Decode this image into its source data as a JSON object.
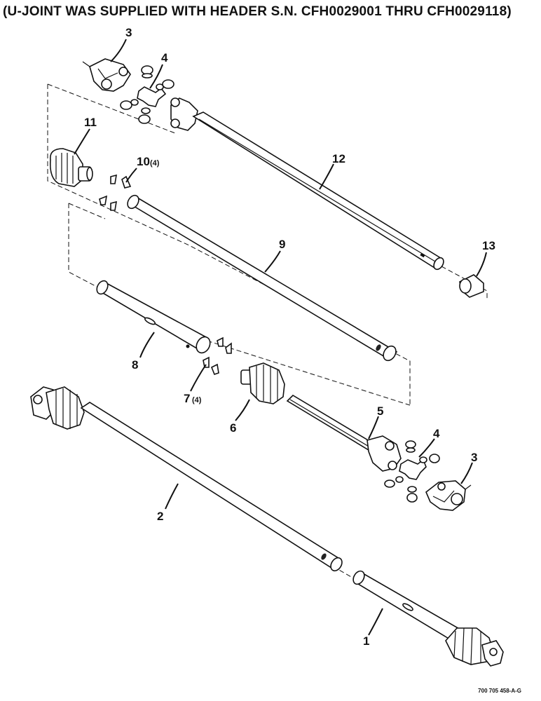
{
  "header": {
    "title": "(U-JOINT WAS SUPPLIED WITH HEADER S.N. CFH0029001 THRU CFH0029118)"
  },
  "footer": {
    "drawing_code": "700 705 458-A-G"
  },
  "callouts": [
    {
      "id": "c3a",
      "label": "3",
      "qty": ""
    },
    {
      "id": "c4a",
      "label": "4",
      "qty": ""
    },
    {
      "id": "c11",
      "label": "11",
      "qty": ""
    },
    {
      "id": "c10",
      "label": "10",
      "qty": "(4)"
    },
    {
      "id": "c12",
      "label": "12",
      "qty": ""
    },
    {
      "id": "c13",
      "label": "13",
      "qty": ""
    },
    {
      "id": "c9",
      "label": "9",
      "qty": ""
    },
    {
      "id": "c8",
      "label": "8",
      "qty": ""
    },
    {
      "id": "c7",
      "label": "7",
      "qty": "(4)"
    },
    {
      "id": "c6",
      "label": "6",
      "qty": ""
    },
    {
      "id": "c5",
      "label": "5",
      "qty": ""
    },
    {
      "id": "c4b",
      "label": "4",
      "qty": ""
    },
    {
      "id": "c3b",
      "label": "3",
      "qty": ""
    },
    {
      "id": "c2",
      "label": "2",
      "qty": ""
    },
    {
      "id": "c1",
      "label": "1",
      "qty": ""
    }
  ]
}
